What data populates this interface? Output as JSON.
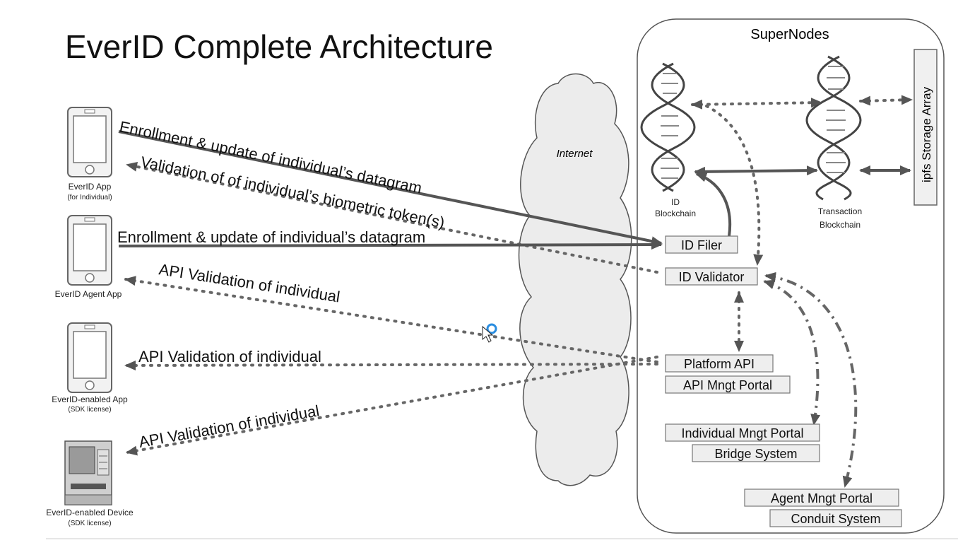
{
  "title": "EverID Complete Architecture",
  "supernodes_label": "SuperNodes",
  "internet_label": "Internet",
  "clients": [
    {
      "name": "EverID App",
      "sub": "(for Individual)"
    },
    {
      "name": "EverID Agent App",
      "sub": ""
    },
    {
      "name": "EverID-enabled App",
      "sub": "(SDK license)"
    },
    {
      "name": "EverID-enabled Device",
      "sub": "(SDK license)"
    }
  ],
  "flows": {
    "enroll_1": "Enrollment & update of individual’s datagram",
    "validation_token": "Validation of of individual’s biometric token(s)",
    "enroll_2": "Enrollment & update of individual’s datagram",
    "api_1": "API Validation of individual",
    "api_2": "API Validation of individual",
    "api_3": "API Validation of individual"
  },
  "blockchains": {
    "id_line1": "ID",
    "id_line2": "Blockchain",
    "tx_line1": "Transaction",
    "tx_line2": "Blockchain"
  },
  "storage_label": "ipfs Storage Array",
  "components": {
    "id_filer": "ID Filer",
    "id_validator": "ID Validator",
    "platform_api": "Platform API",
    "api_mngt_portal": "API Mngt Portal",
    "individual_mngt_portal": "Individual Mngt Portal",
    "bridge_system": "Bridge System",
    "agent_mngt_portal": "Agent Mngt Portal",
    "conduit_system": "Conduit System"
  },
  "colors": {
    "arrow": "#555555",
    "box_fill": "#eeeeee",
    "cursor_ring": "#2a8de0"
  }
}
